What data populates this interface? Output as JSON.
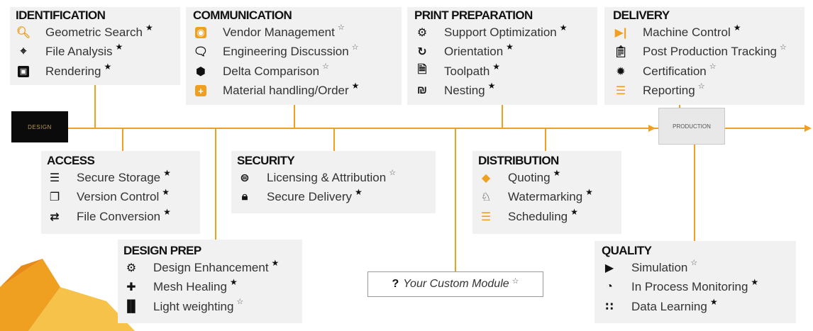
{
  "colors": {
    "accent": "#f0a020",
    "box": "#f1f1f1"
  },
  "timeline": {
    "start_logo": "DESIGN",
    "end_logo": "PRODUCTION"
  },
  "custom_module": {
    "mark": "?",
    "label": "Your Custom Module",
    "star": "☆"
  },
  "modules": {
    "identification": {
      "title": "IDENTIFICATION",
      "items": [
        {
          "label": "Geometric Search",
          "icon": "search-icon",
          "star": "★"
        },
        {
          "label": "File Analysis",
          "icon": "crosshair-icon",
          "star": "★"
        },
        {
          "label": "Rendering",
          "icon": "image-icon",
          "star": "★"
        }
      ]
    },
    "communication": {
      "title": "COMMUNICATION",
      "items": [
        {
          "label": "Vendor Management",
          "icon": "vendor-card-icon",
          "star": "☆"
        },
        {
          "label": "Engineering Discussion",
          "icon": "chat-icon",
          "star": "☆"
        },
        {
          "label": "Delta Comparison",
          "icon": "cube-icon",
          "star": "☆"
        },
        {
          "label": "Material handling/Order",
          "icon": "plus-square-icon",
          "star": "★"
        }
      ]
    },
    "print_preparation": {
      "title": "PRINT PREPARATION",
      "items": [
        {
          "label": "Support Optimization",
          "icon": "support-icon",
          "star": "★"
        },
        {
          "label": "Orientation",
          "icon": "rotate-icon",
          "star": "★"
        },
        {
          "label": "Toolpath",
          "icon": "document-chart-icon",
          "star": "★"
        },
        {
          "label": "Nesting",
          "icon": "nesting-icon",
          "star": "★"
        }
      ]
    },
    "delivery": {
      "title": "DELIVERY",
      "items": [
        {
          "label": "Machine Control",
          "icon": "skip-forward-icon",
          "star": "★"
        },
        {
          "label": "Post Production Tracking",
          "icon": "clipboard-icon",
          "star": "☆"
        },
        {
          "label": "Certification",
          "icon": "badge-icon",
          "star": "☆"
        },
        {
          "label": "Reporting",
          "icon": "list-icon",
          "star": "☆"
        }
      ]
    },
    "access": {
      "title": "ACCESS",
      "items": [
        {
          "label": "Secure Storage",
          "icon": "database-icon",
          "star": "★"
        },
        {
          "label": "Version Control",
          "icon": "copy-icon",
          "star": "★"
        },
        {
          "label": "File Conversion",
          "icon": "swap-icon",
          "star": "★"
        }
      ]
    },
    "security": {
      "title": "SECURITY",
      "items": [
        {
          "label": "Licensing & Attribution",
          "icon": "license-icon",
          "star": "☆"
        },
        {
          "label": "Secure Delivery",
          "icon": "lock-icon",
          "star": "★"
        }
      ]
    },
    "distribution": {
      "title": "DISTRIBUTION",
      "items": [
        {
          "label": "Quoting",
          "icon": "diamond-icon",
          "star": "★"
        },
        {
          "label": "Watermarking",
          "icon": "stamp-icon",
          "star": "★"
        },
        {
          "label": "Scheduling",
          "icon": "list-icon",
          "star": "★"
        }
      ]
    },
    "design_prep": {
      "title": "DESIGN PREP",
      "items": [
        {
          "label": "Design Enhancement",
          "icon": "gears-icon",
          "star": "★"
        },
        {
          "label": "Mesh Healing",
          "icon": "medkit-icon",
          "star": "★"
        },
        {
          "label": "Light weighting",
          "icon": "barcode-icon",
          "star": "☆"
        }
      ]
    },
    "quality": {
      "title": "QUALITY",
      "items": [
        {
          "label": "Simulation",
          "icon": "play-square-icon",
          "star": "☆"
        },
        {
          "label": "In Process Monitoring",
          "icon": "gauge-icon",
          "star": "★"
        },
        {
          "label": "Data Learning",
          "icon": "rss-icon",
          "star": "★"
        }
      ]
    }
  }
}
